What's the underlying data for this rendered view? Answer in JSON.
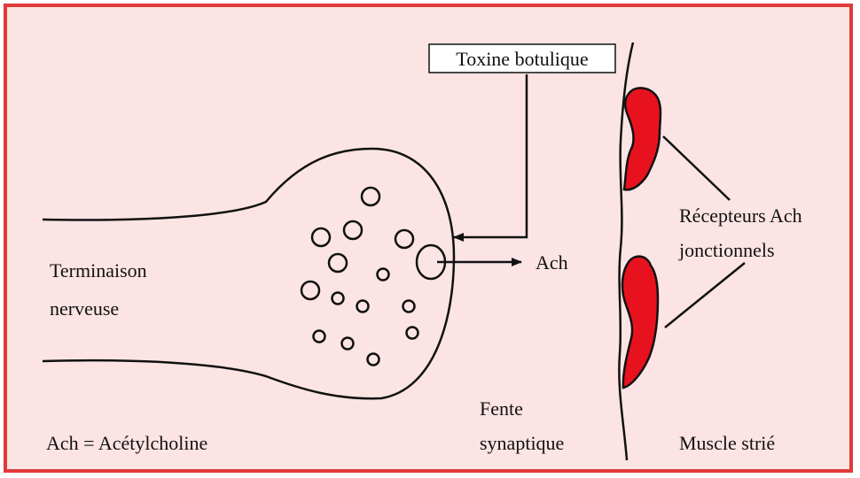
{
  "labels": {
    "toxin": "Toxine botulique",
    "ach": "Ach",
    "nerve_line1": "Terminaison",
    "nerve_line2": "nerveuse",
    "receptors_line1": "Récepteurs Ach",
    "receptors_line2": "jonctionnels",
    "cleft_line1": "Fente",
    "cleft_line2": "synaptique",
    "muscle": "Muscle strié",
    "legend": "Ach = Acétylcholine"
  },
  "colors": {
    "frame_border": "#e03a3a",
    "background": "#fce4e4",
    "receptor_fill": "#e8121e",
    "stroke": "#111111"
  }
}
